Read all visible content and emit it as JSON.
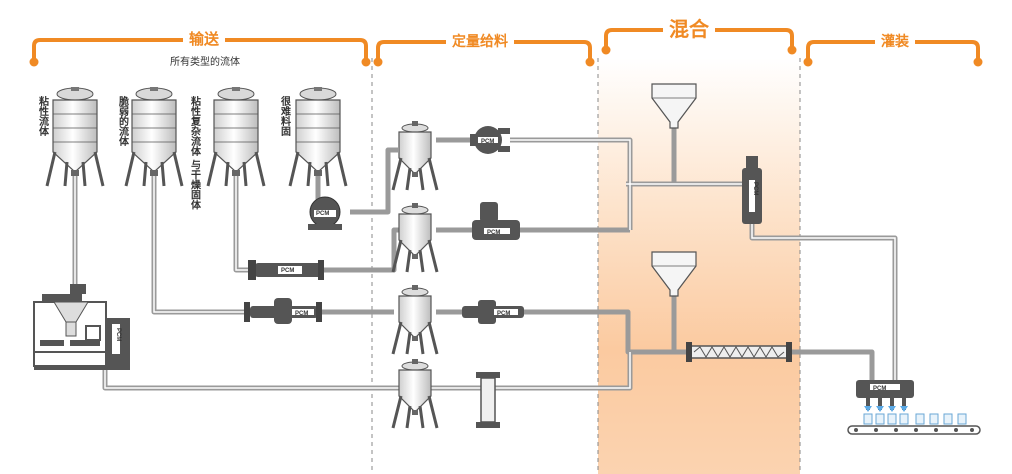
{
  "sections": {
    "conveying": {
      "label": "输送",
      "sub": "所有类型的流体"
    },
    "dosing": {
      "label": "定量给料"
    },
    "mixing": {
      "label": "混合"
    },
    "filling": {
      "label": "灌装"
    }
  },
  "silos": [
    {
      "label": "粘性流体"
    },
    {
      "label": "脆弱的流体"
    },
    {
      "label": "粘性复杂流体 与干燥固体"
    },
    {
      "label": "很难料固"
    }
  ],
  "brand": "PCM",
  "colors": {
    "accent": "#f08a24",
    "pipe": "#9a9a9a",
    "equipment": "#555555",
    "mix_zone": "#fbd3b0"
  }
}
